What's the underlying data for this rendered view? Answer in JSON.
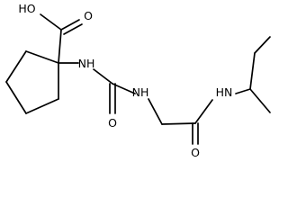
{
  "molecule": {
    "labels": {
      "hydroxyl": "HO",
      "carboxyl_oxygen": "O",
      "amine_nh_1": "NH",
      "urea_oxygen": "O",
      "amine_nh_2": "NH",
      "amide_nh": "HN",
      "amide_oxygen": "O"
    },
    "colors": {
      "ink": "#000000",
      "background": "#ffffff"
    }
  }
}
